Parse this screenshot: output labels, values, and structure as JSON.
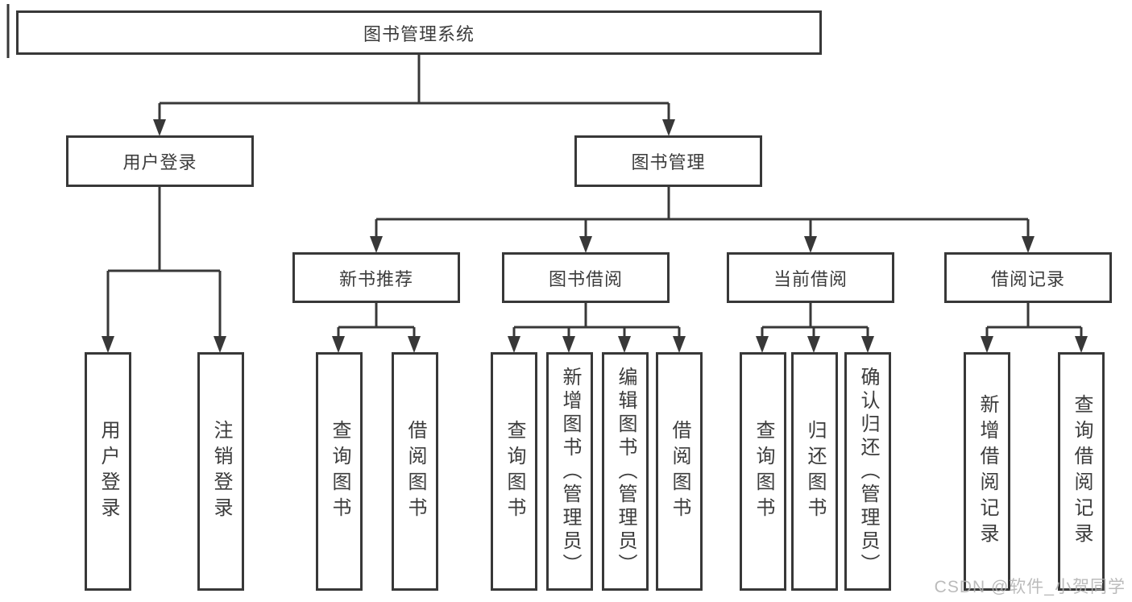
{
  "tree": {
    "label": "图书管理系统",
    "children": [
      {
        "label": "用户登录",
        "children": [
          {
            "label": "用户登录"
          },
          {
            "label": "注销登录"
          }
        ]
      },
      {
        "label": "图书管理",
        "children": [
          {
            "label": "新书推荐",
            "children": [
              {
                "label": "查询图书"
              },
              {
                "label": "借阅图书"
              }
            ]
          },
          {
            "label": "图书借阅",
            "children": [
              {
                "label": "查询图书"
              },
              {
                "label": "新增图书（管理员）"
              },
              {
                "label": "编辑图书（管理员）"
              },
              {
                "label": "借阅图书"
              }
            ]
          },
          {
            "label": "当前借阅",
            "children": [
              {
                "label": "查询图书"
              },
              {
                "label": "归还图书"
              },
              {
                "label": "确认归还（管理员）"
              }
            ]
          },
          {
            "label": "借阅记录",
            "children": [
              {
                "label": "新增借阅记录"
              },
              {
                "label": "查询借阅记录"
              }
            ]
          }
        ]
      }
    ]
  },
  "watermark": {
    "text": "CSDN @软件_小贺同学",
    "color": "#b0b0b0"
  },
  "colors": {
    "line": "#383838",
    "text": "#3c3c3c",
    "background": "#ffffff"
  }
}
